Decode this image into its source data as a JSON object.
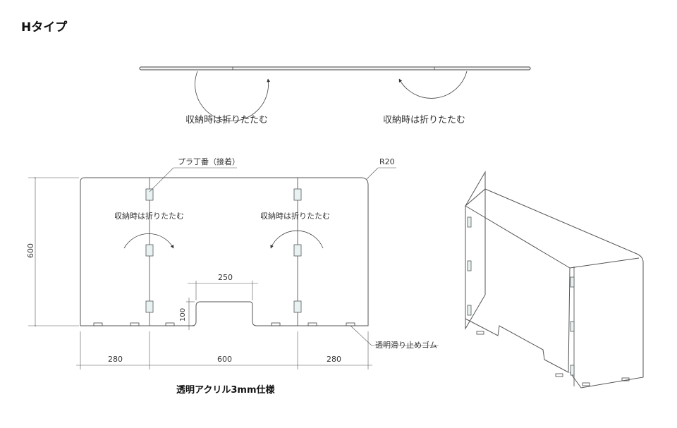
{
  "title": "Hタイプ",
  "fold_label": "収納時は折りたたむ",
  "hinge_label": "プラ丁番（接着）",
  "radius_label": "R20",
  "rubber_label": "透明滑り止めゴム",
  "spec_label": "透明アクリル3mm仕様",
  "dimensions": {
    "height": "600",
    "left": "280",
    "center": "600",
    "right": "280",
    "cut_width": "250",
    "cut_height": "100"
  }
}
